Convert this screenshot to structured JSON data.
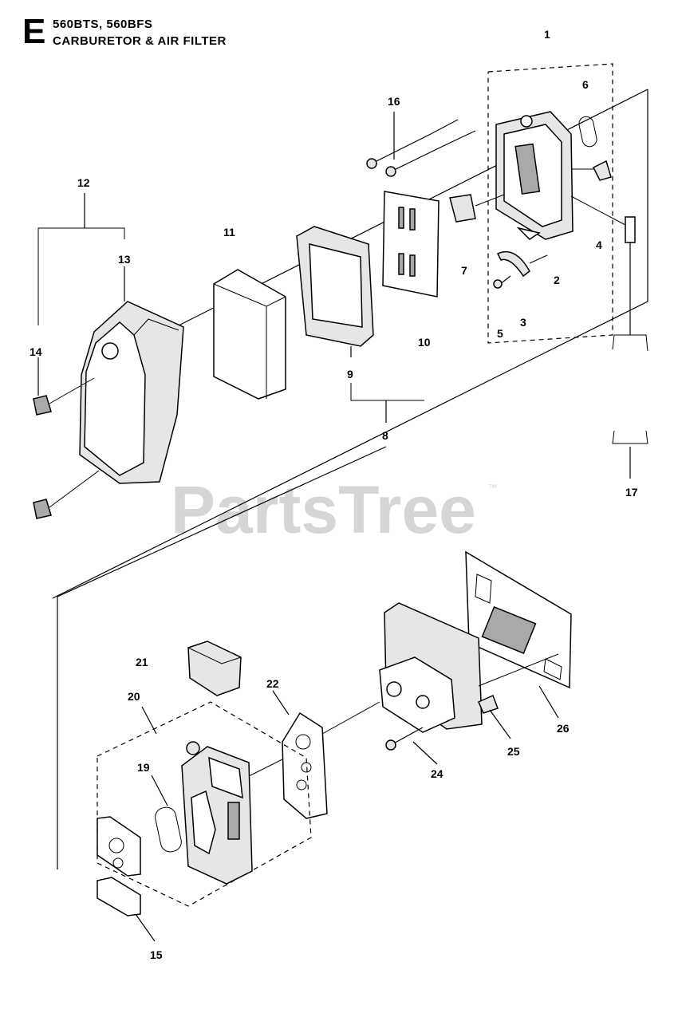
{
  "header": {
    "section_letter": "E",
    "models": "560BTS, 560BFS",
    "title": "CARBURETOR & AIR FILTER"
  },
  "watermark": {
    "text": "PartsTree",
    "trademark": "™"
  },
  "callouts": [
    {
      "id": "c1",
      "label": "1"
    },
    {
      "id": "c2",
      "label": "2"
    },
    {
      "id": "c3",
      "label": "3"
    },
    {
      "id": "c4",
      "label": "4"
    },
    {
      "id": "c5",
      "label": "5"
    },
    {
      "id": "c6",
      "label": "6"
    },
    {
      "id": "c7",
      "label": "7"
    },
    {
      "id": "c8",
      "label": "8"
    },
    {
      "id": "c9",
      "label": "9"
    },
    {
      "id": "c10",
      "label": "10"
    },
    {
      "id": "c11",
      "label": "11"
    },
    {
      "id": "c12",
      "label": "12"
    },
    {
      "id": "c13",
      "label": "13"
    },
    {
      "id": "c14",
      "label": "14"
    },
    {
      "id": "c15",
      "label": "15"
    },
    {
      "id": "c16",
      "label": "16"
    },
    {
      "id": "c17",
      "label": "17"
    },
    {
      "id": "c19",
      "label": "19"
    },
    {
      "id": "c20",
      "label": "20"
    },
    {
      "id": "c21",
      "label": "21"
    },
    {
      "id": "c22",
      "label": "22"
    },
    {
      "id": "c24",
      "label": "24"
    },
    {
      "id": "c25",
      "label": "25"
    },
    {
      "id": "c26",
      "label": "26"
    }
  ]
}
